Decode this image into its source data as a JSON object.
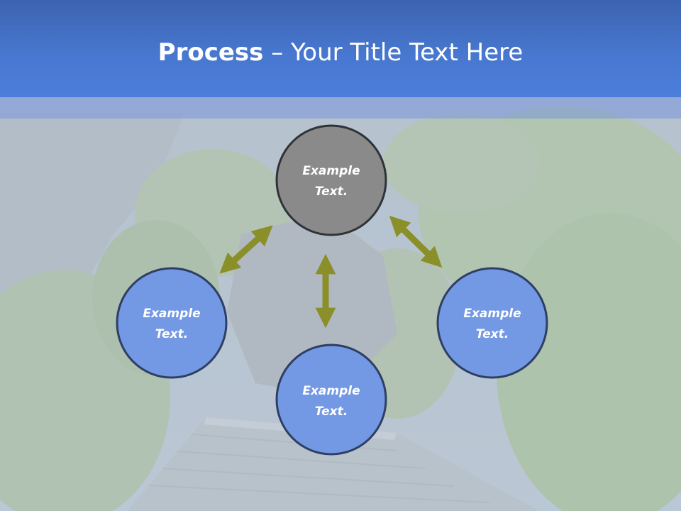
{
  "title": {
    "bold": "Process",
    "dash": " – ",
    "rest": "Your Title Text Here"
  },
  "nodes": [
    {
      "line1": "Example",
      "line2": "Text."
    },
    {
      "line1": "Example",
      "line2": "Text."
    },
    {
      "line1": "Example",
      "line2": "Text."
    },
    {
      "line1": "Example",
      "line2": "Text."
    }
  ],
  "colors": {
    "header": "#4777cf",
    "node_top_fill": "#8a8a8a",
    "node_fill": "#7398e4",
    "node_stroke": "#2e3f63",
    "arrow": "#8a8f2a"
  }
}
